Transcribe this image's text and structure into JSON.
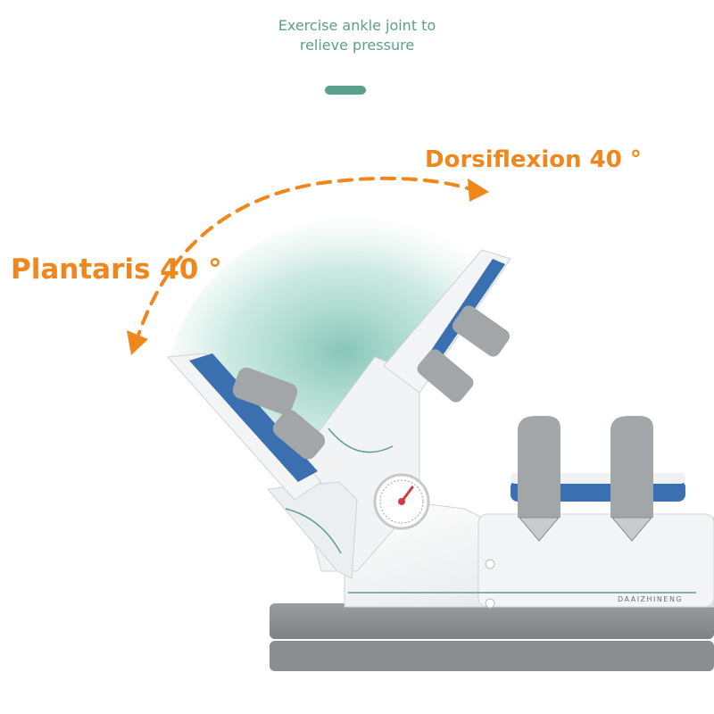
{
  "headline": {
    "line1": "Exercise ankle joint to",
    "line2": "relieve pressure"
  },
  "labels": {
    "dorsiflexion": "Dorsiflexion 40 °",
    "plantaris": "Plantaris 40 °"
  },
  "device": {
    "brand_text": "DAAIZHINENG"
  },
  "colors": {
    "accent_green": "#5aa08c",
    "label_orange": "#f0871c",
    "device_white": "#f2f3f4",
    "strap_gray": "#9fa3a5",
    "pad_blue": "#3a6fb0",
    "base_gray": "#8e9194"
  }
}
